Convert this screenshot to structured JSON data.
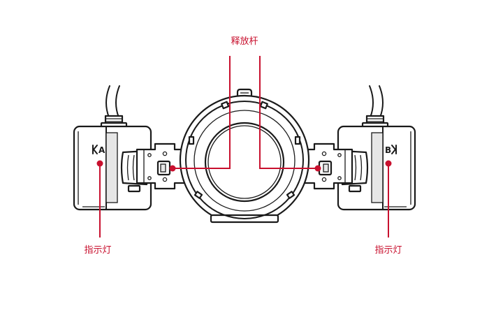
{
  "labels": {
    "release_lever": "释放杆",
    "indicator_left": "指示灯",
    "indicator_right": "指示灯"
  },
  "heads": {
    "left_mark": "A",
    "right_mark": "B"
  },
  "icons": {
    "head_symbol": "flash-icon"
  },
  "colors": {
    "annotation": "#c8102e",
    "outline": "#1a1a1a"
  }
}
